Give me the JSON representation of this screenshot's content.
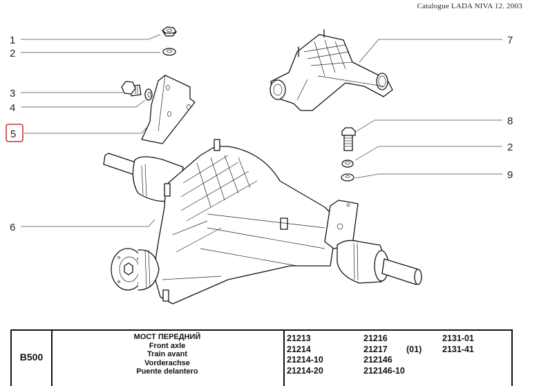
{
  "header": {
    "catalogue": "Catalogue LADA NIVA 12. 2003"
  },
  "callouts": {
    "c1": "1",
    "c2a": "2",
    "c3": "3",
    "c4": "4",
    "c5": "5",
    "c6": "6",
    "c7": "7",
    "c8": "8",
    "c2b": "2",
    "c9": "9"
  },
  "highlighted_callout": "5",
  "highlight_color": "#c8323c",
  "table": {
    "code": "B500",
    "names": {
      "ru": "МОСТ ПЕРЕДНИЙ",
      "en": "Front axle",
      "fr": "Train avant",
      "de": "Vorderachse",
      "es": "Puente delantero"
    },
    "models": {
      "col1": [
        "21213",
        "21214",
        "21214-10",
        "21214-20"
      ],
      "col2": [
        "21216",
        "21217",
        "212146",
        "212146-10"
      ],
      "col2_variant": "(01)",
      "col3": [
        "2131-01",
        "2131-41"
      ]
    }
  }
}
